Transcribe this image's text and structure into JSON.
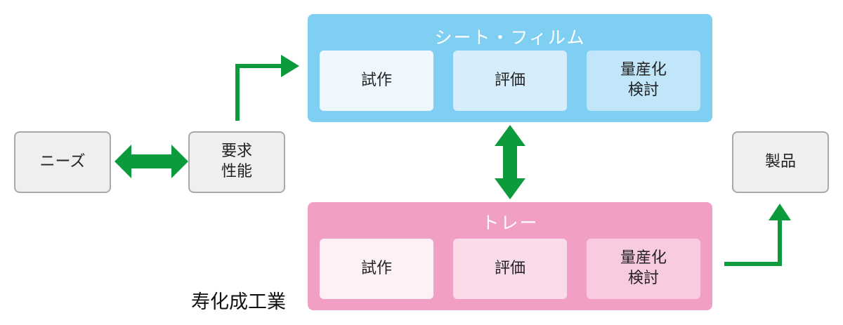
{
  "needs": {
    "label": "ニーズ"
  },
  "requirements": {
    "label": "要求\n性能"
  },
  "product": {
    "label": "製品"
  },
  "company": {
    "label": "寿化成工業"
  },
  "sheet_film": {
    "title": "シート・フィルム",
    "steps": [
      "試作",
      "評価",
      "量産化\n検討"
    ]
  },
  "tray": {
    "title": "トレー",
    "steps": [
      "試作",
      "評価",
      "量産化\n検討"
    ]
  },
  "colors": {
    "arrow": "#0d9a3c",
    "sheet_panel": "#7fcff3",
    "tray_panel": "#f29fc5",
    "gray_box_fill": "#efefef",
    "gray_box_border": "#a9a9a9"
  }
}
